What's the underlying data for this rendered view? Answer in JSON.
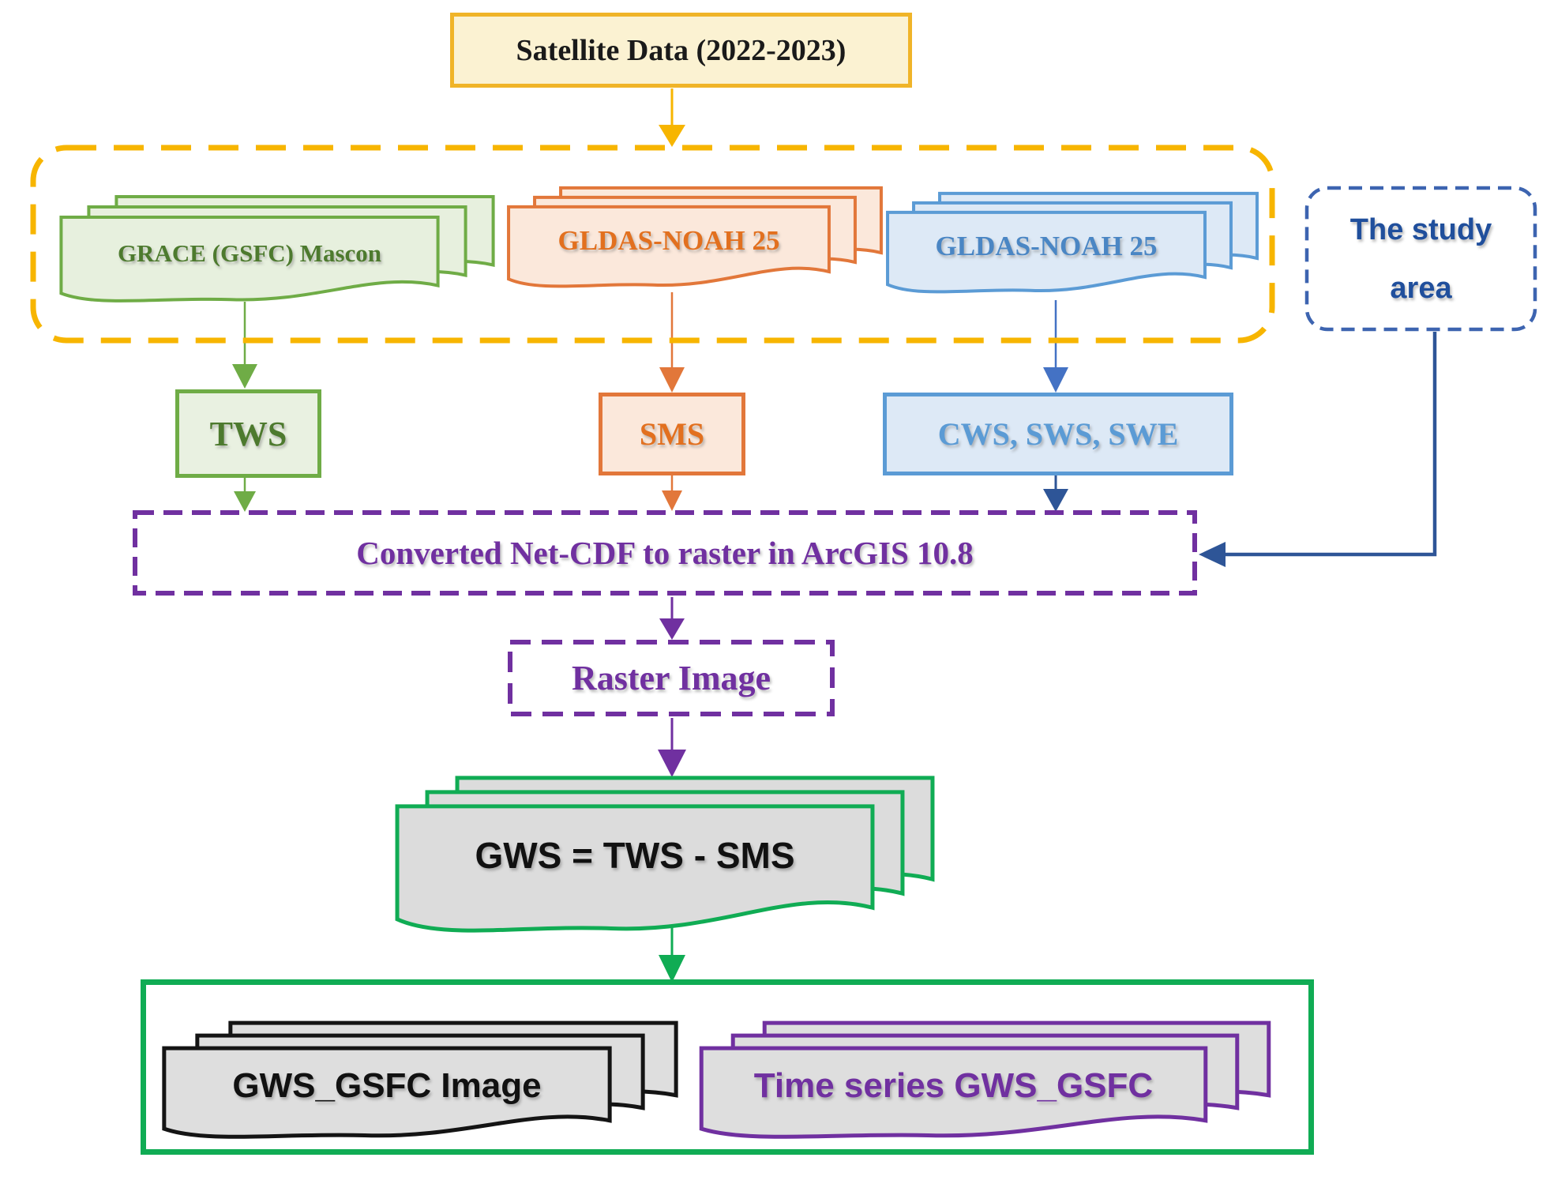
{
  "nodes": {
    "satellite": {
      "label": "Satellite Data (2022-2023)"
    },
    "grace": {
      "label": "GRACE (GSFC) Mascon"
    },
    "gldas_orange": {
      "label": "GLDAS-NOAH 25"
    },
    "gldas_blue": {
      "label": "GLDAS-NOAH 25"
    },
    "study_area": {
      "label": "The study area"
    },
    "tws": {
      "label": "TWS"
    },
    "sms": {
      "label": "SMS"
    },
    "cws": {
      "label": "CWS, SWS, SWE"
    },
    "converted": {
      "label": "Converted Net-CDF to raster in ArcGIS 10.8"
    },
    "raster": {
      "label": "Raster Image"
    },
    "gws": {
      "label": "GWS = TWS - SMS"
    },
    "gws_image": {
      "label": "GWS_GSFC Image"
    },
    "timeseries": {
      "label": "Time series GWS_GSFC"
    }
  },
  "colors": {
    "gold_border": "#F0B428",
    "gold_fill": "#FBF2D2",
    "gold_dash": "#F7B500",
    "green_border": "#6FAC46",
    "green_fill": "#E7F0DE",
    "green_text": "#4D7A2E",
    "orange_border": "#E2773A",
    "orange_fill": "#FBE8DB",
    "orange_text": "#E2701F",
    "blue_border": "#5B9BD5",
    "blue_fill": "#DDE9F6",
    "blue_arrow": "#4472C4",
    "navy": "#2E5597",
    "study_text": "#204F9C",
    "purple": "#7030A0",
    "emerald": "#10AC54",
    "gray_fill": "#DCDCDC",
    "black": "#141414"
  }
}
